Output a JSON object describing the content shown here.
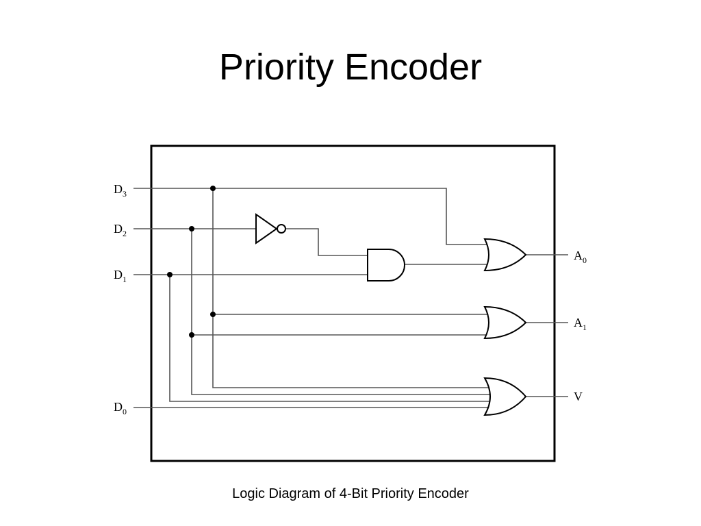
{
  "title": "Priority Encoder",
  "caption": "Logic Diagram of 4-Bit Priority Encoder",
  "inputs": {
    "d3": {
      "base": "D",
      "sub": "3"
    },
    "d2": {
      "base": "D",
      "sub": "2"
    },
    "d1": {
      "base": "D",
      "sub": "1"
    },
    "d0": {
      "base": "D",
      "sub": "0"
    }
  },
  "outputs": {
    "a0": {
      "base": "A",
      "sub": "0"
    },
    "a1": {
      "base": "A",
      "sub": "1"
    },
    "v": {
      "base": "V",
      "sub": ""
    }
  }
}
